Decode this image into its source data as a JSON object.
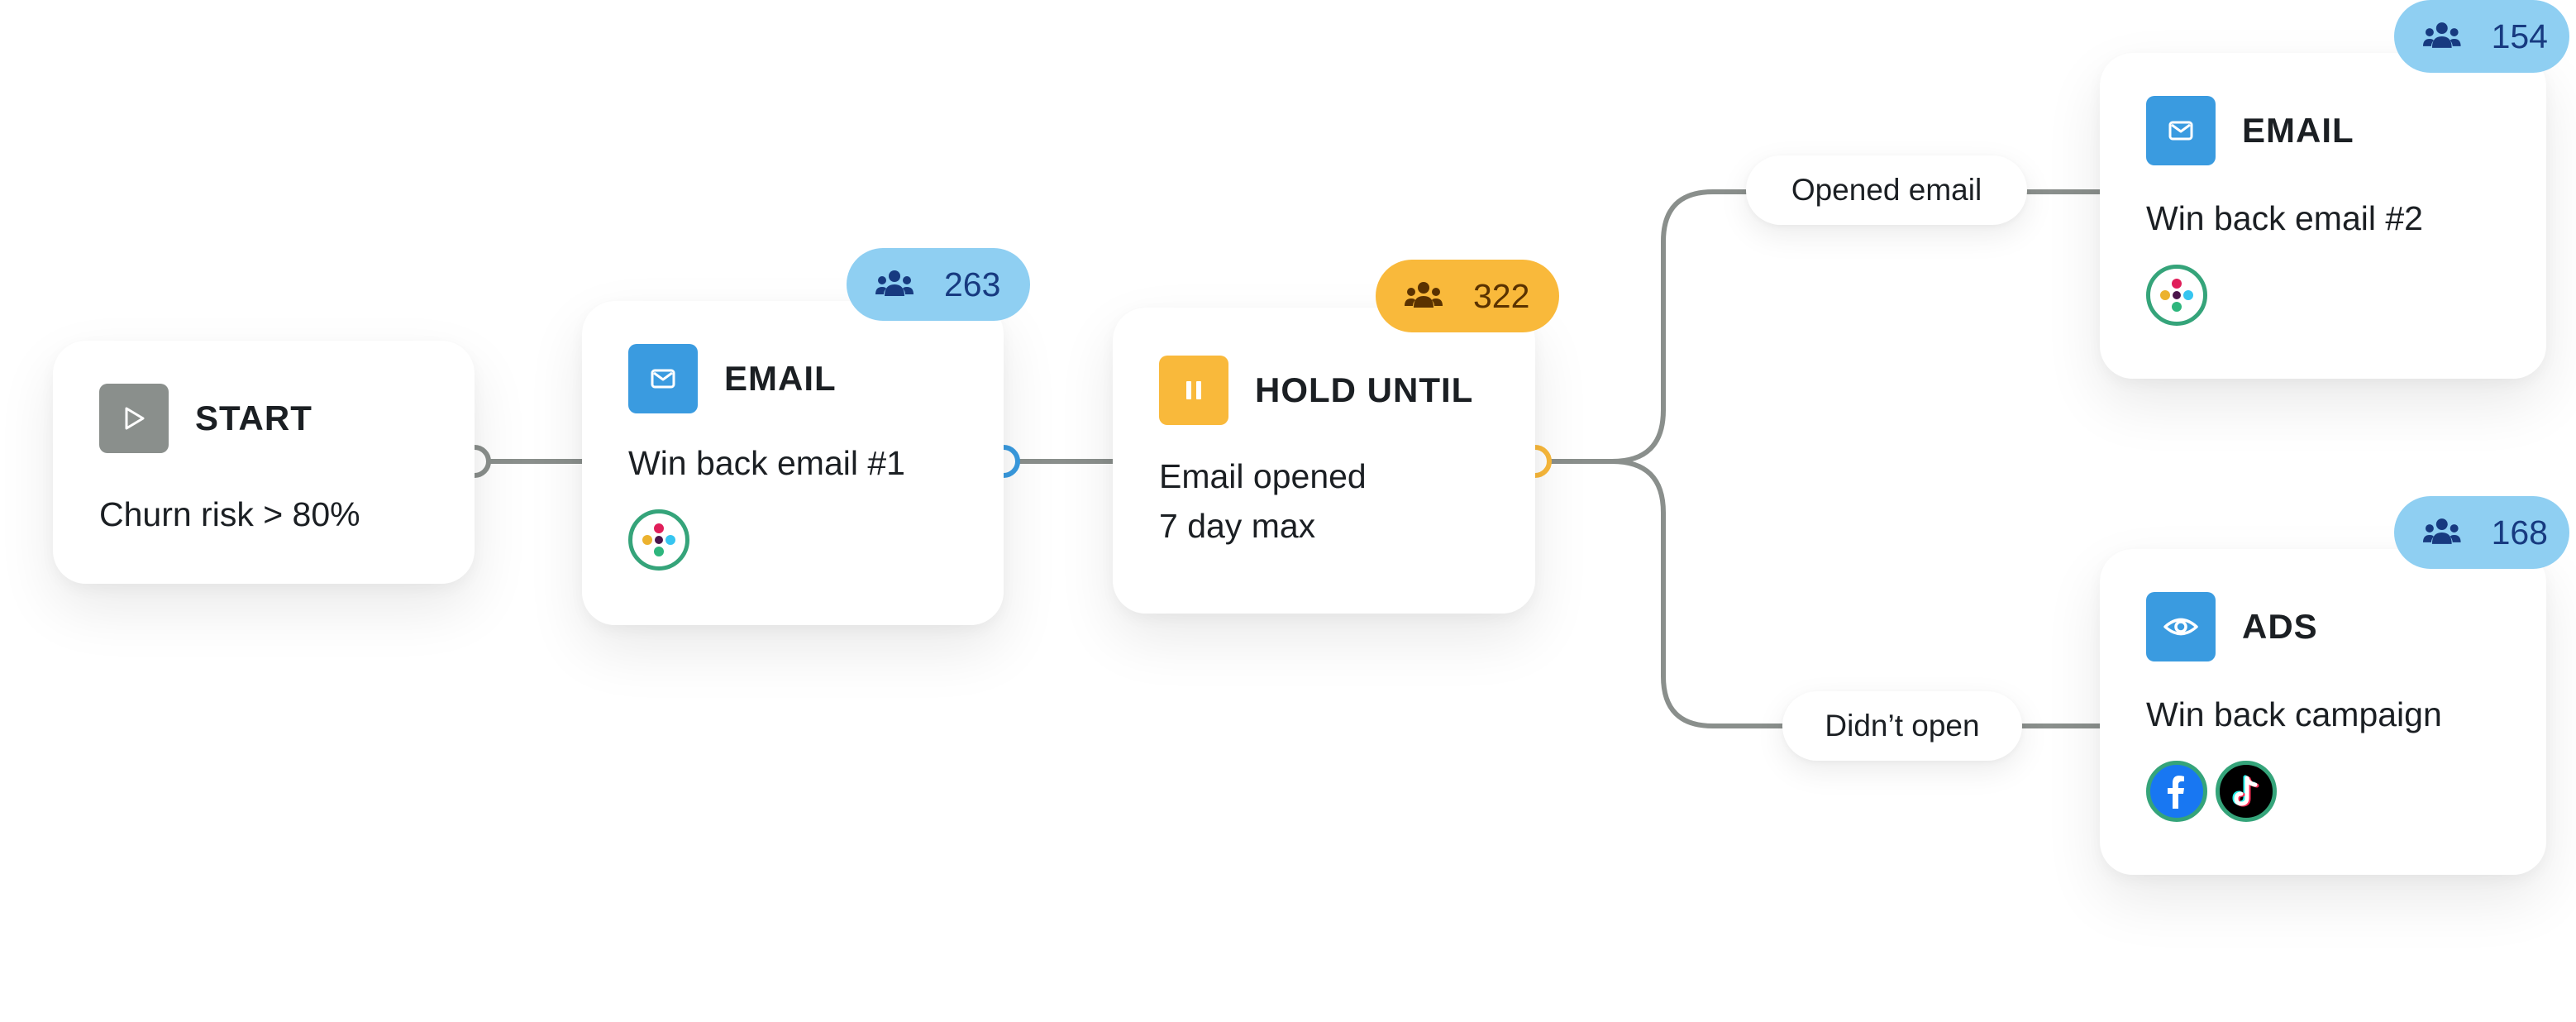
{
  "nodes": {
    "start": {
      "type": "START",
      "lines": [
        "Churn risk > 80%"
      ]
    },
    "email1": {
      "type": "EMAIL",
      "lines": [
        "Win back email #1"
      ],
      "badge": "263"
    },
    "hold": {
      "type": "HOLD UNTIL",
      "lines": [
        "Email opened",
        "7 day max"
      ],
      "badge": "322"
    },
    "email2": {
      "type": "EMAIL",
      "lines": [
        "Win back email #2"
      ],
      "badge": "154"
    },
    "ads": {
      "type": "ADS",
      "lines": [
        "Win back campaign"
      ],
      "badge": "168"
    }
  },
  "branches": {
    "opened": "Opened email",
    "not_opened": "Didn’t open"
  },
  "colors": {
    "start_tile": "#8a8f8c",
    "email_tile": "#3a9be0",
    "hold_tile": "#f9b93b",
    "badge_blue": "#8fcff2",
    "badge_orange": "#f9b93b",
    "connector": "#8a8f8c"
  },
  "icons": {
    "start": "play-icon",
    "email": "mail-icon",
    "hold": "pause-icon",
    "ads": "eye-icon",
    "badge": "people-icon",
    "integration": "slack-logo",
    "ads_logos": [
      "facebook-logo",
      "tiktok-logo"
    ]
  }
}
